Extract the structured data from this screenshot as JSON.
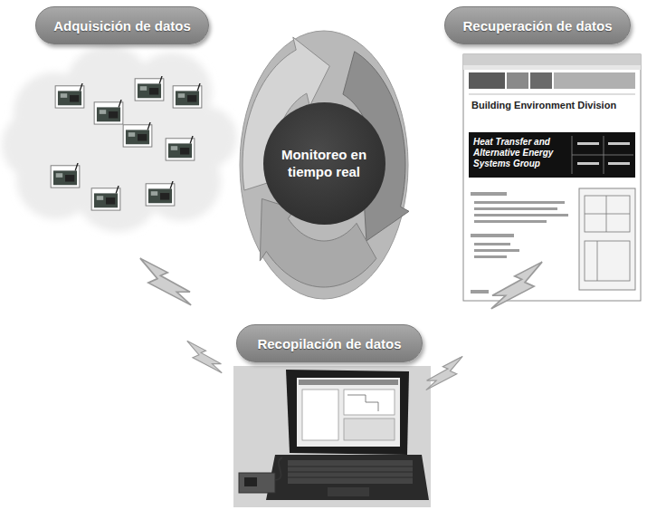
{
  "diagram": {
    "nodes": [
      {
        "text": [
          "Adquisición de datos"
        ]
      },
      {
        "text": [
          "Recuperación de datos"
        ]
      },
      {
        "text": [
          "Monitoreo en tiempo real"
        ]
      },
      {
        "text": [
          "Recopilación de datos"
        ]
      }
    ],
    "labels": [
      "Building Environment Division",
      "Heat Transfer and Alternative Energy Systems Group"
    ]
  }
}
